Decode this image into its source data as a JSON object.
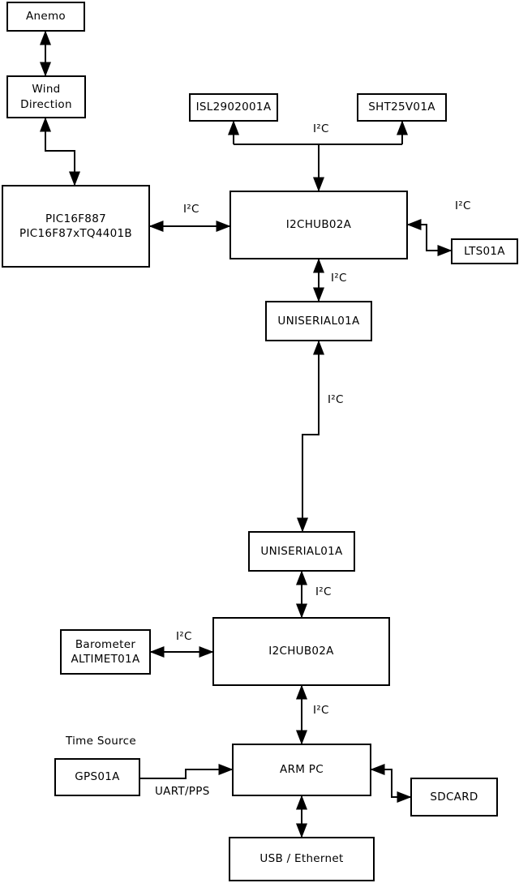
{
  "colors": {
    "background": "#ffffff",
    "line": "#000000",
    "box_fill": "#ffffff",
    "text": "#000000"
  },
  "boxes": {
    "anemo": {
      "label": "Anemo"
    },
    "wind_direction": {
      "line1": "Wind",
      "line2": "Direction"
    },
    "pic": {
      "line1": "PIC16F887",
      "line2": "PIC16F87xTQ4401B"
    },
    "isl": {
      "label": "ISL2902001A"
    },
    "sht": {
      "label": "SHT25V01A"
    },
    "hub1": {
      "label": "I2CHUB02A"
    },
    "lts": {
      "label": "LTS01A"
    },
    "uniserial1": {
      "label": "UNISERIAL01A"
    },
    "uniserial2": {
      "label": "UNISERIAL01A"
    },
    "hub2": {
      "label": "I2CHUB02A"
    },
    "barometer": {
      "line1": "Barometer",
      "line2": "ALTIMET01A"
    },
    "arm_pc": {
      "label": "ARM PC"
    },
    "gps": {
      "label": "GPS01A"
    },
    "sdcard": {
      "label": "SDCARD"
    },
    "usb_ethernet": {
      "label": "USB / Ethernet"
    }
  },
  "edge_labels": {
    "i2c_sensors": "I²C",
    "i2c_pic_hub1": "I²C",
    "i2c_hub1_lts": "I²C",
    "i2c_hub1_uniserial1": "I²C",
    "i2c_uniserial_link": "I²C",
    "i2c_uniserial2_hub2": "I²C",
    "i2c_hub2_armpc": "I²C",
    "i2c_barometer_hub2": "I²C",
    "time_source": "Time Source",
    "uart_pps": "UART/PPS"
  }
}
